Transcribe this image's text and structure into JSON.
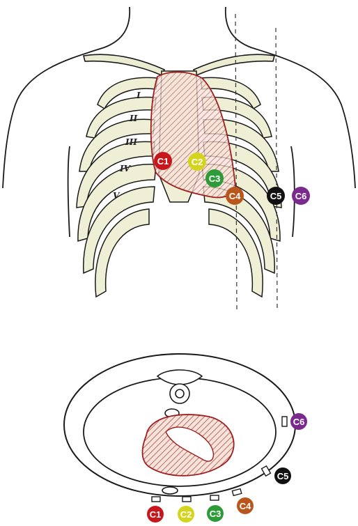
{
  "diagram": {
    "rib_numerals": [
      "I",
      "II",
      "III",
      "IV",
      "V"
    ],
    "electrodes": [
      {
        "id": "C1",
        "label": "C1",
        "color": "#c8161d"
      },
      {
        "id": "C2",
        "label": "C2",
        "color": "#d4d41e"
      },
      {
        "id": "C3",
        "label": "C3",
        "color": "#2e9a38"
      },
      {
        "id": "C4",
        "label": "C4",
        "color": "#b8561b"
      },
      {
        "id": "C5",
        "label": "C5",
        "color": "#111111"
      },
      {
        "id": "C6",
        "label": "C6",
        "color": "#7a2a8c"
      }
    ],
    "colors": {
      "bone": "#efefd5",
      "heart_outline": "#9c1f1f",
      "heart_fill": "#f4d9cf",
      "line": "#1a1a1a"
    }
  }
}
